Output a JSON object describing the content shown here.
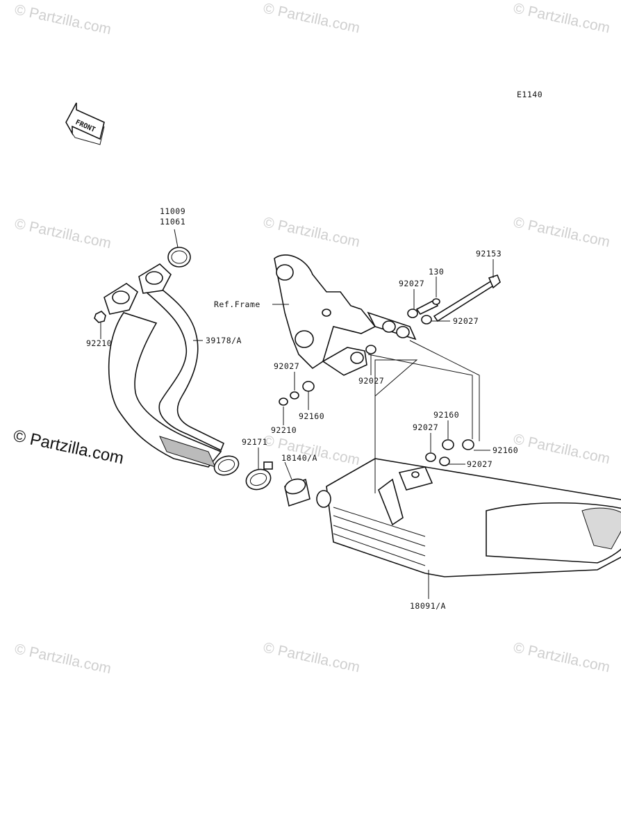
{
  "diagram": {
    "code": "E1140",
    "front_label": "FRONT"
  },
  "watermarks": {
    "small": "© Partzilla.com",
    "large": "© Partzilla.com"
  },
  "parts": {
    "p11009": "11009",
    "p11061": "11061",
    "p92210_left": "92210",
    "p39178": "39178/A",
    "ref_frame": "Ref.Frame",
    "p92153": "92153",
    "p130": "130",
    "p92027_a": "92027",
    "p92027_b": "92027",
    "p92027_c": "92027",
    "p92027_d": "92027",
    "p92160_a": "92160",
    "p92210_mid": "92210",
    "p92171": "92171",
    "p18140": "18140/A",
    "p92160_b": "92160",
    "p92027_e": "92027",
    "p92160_c": "92160",
    "p92027_f": "92027",
    "p18091": "18091/A"
  }
}
